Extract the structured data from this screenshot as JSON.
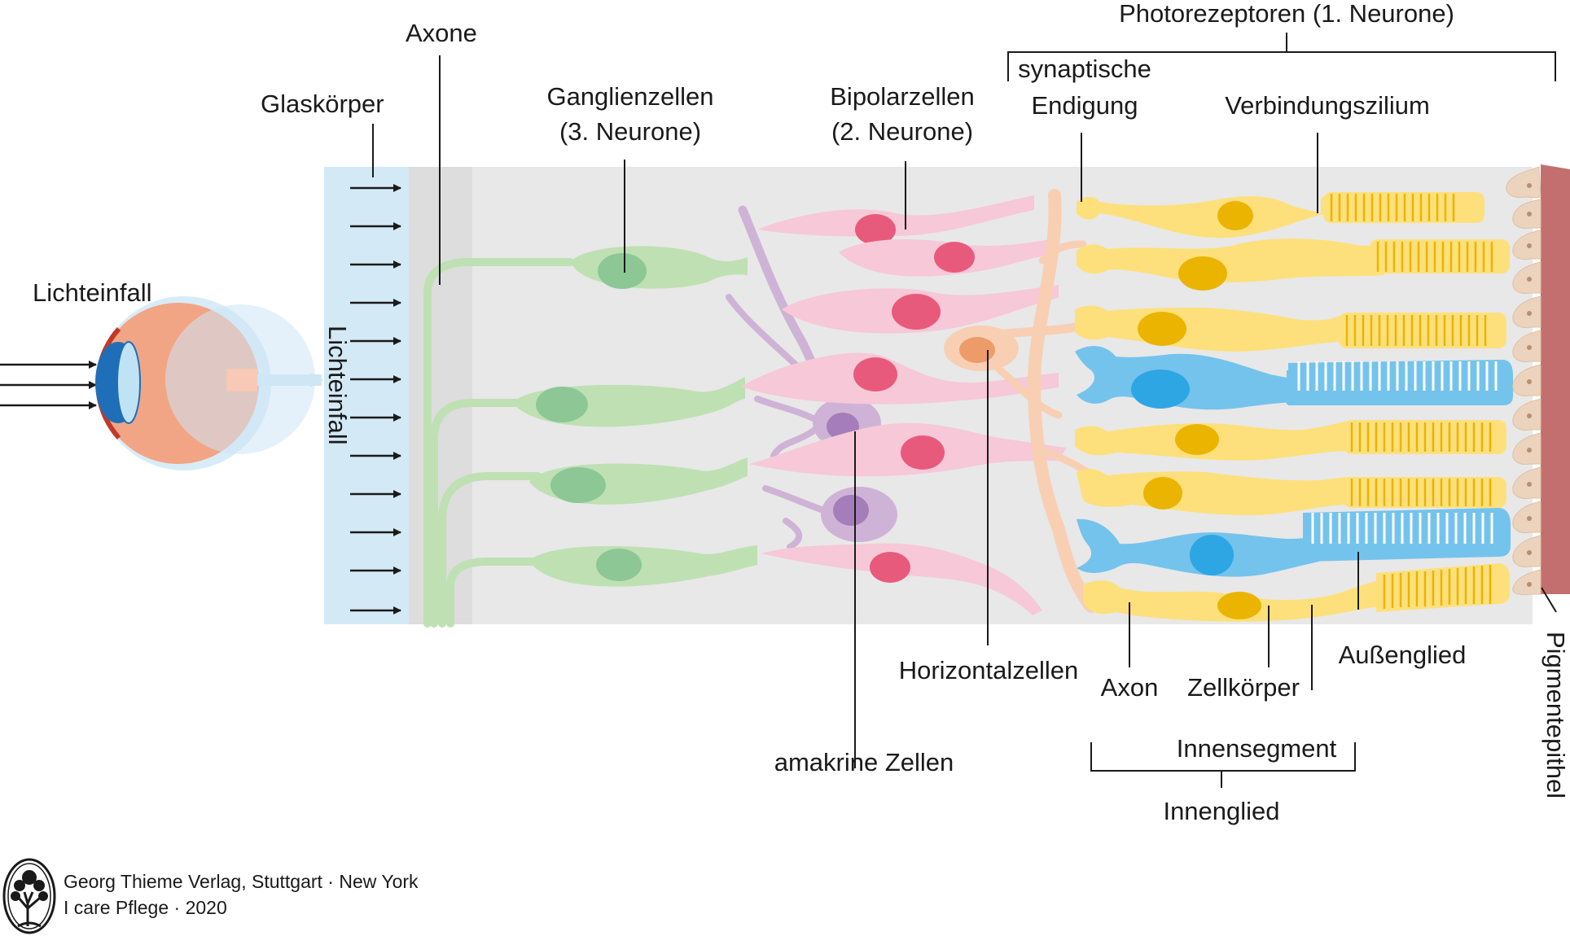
{
  "labels": {
    "lichteinfall": "Lichteinfall",
    "lichteinfall_vertical": "Lichteinfall",
    "glaskoerper": "Glaskörper",
    "axone": "Axone",
    "ganglienzellen_line1": "Ganglienzellen",
    "ganglienzellen_line2": "(3. Neurone)",
    "bipolarzellen_line1": "Bipolarzellen",
    "bipolarzellen_line2": "(2. Neurone)",
    "photorezeptoren": "Photorezeptoren (1. Neurone)",
    "synaptische_line1": "synaptische",
    "synaptische_line2": "Endigung",
    "verbindungszilium": "Verbindungszilium",
    "horizontalzellen": "Horizontalzellen",
    "amakrine_zellen": "amakrine Zellen",
    "axon": "Axon",
    "zellkoerper": "Zellkörper",
    "aussenglied": "Außenglied",
    "innensegment": "Innensegment",
    "innenglied": "Innenglied",
    "pigmentepithel": "Pigmentepithel"
  },
  "credit": {
    "line1": "Georg Thieme Verlag, Stuttgart · New York",
    "line2": "I care Pflege · 2020"
  },
  "icons": [
    "eye-icon",
    "tree-logo-icon"
  ],
  "colors": {
    "vitreous": "#d4e9f6",
    "retina_bg": "#e8e8e8",
    "ganglion": "#bfe0b3",
    "ganglion_nucleus": "#8cc795",
    "bipolar": "#f6c8d8",
    "bipolar_nucleus": "#e85a7b",
    "amacrine": "#cfb3d6",
    "amacrine_nucleus": "#a57dba",
    "horizontal": "#f8cfb3",
    "horizontal_nucleus": "#ec9b69",
    "rod": "#fde07b",
    "rod_nucleus": "#eab400",
    "cone": "#74c3ec",
    "cone_nucleus": "#2ea6e3",
    "pigment_epithelium": "#ecd3bd",
    "choroid": "#c36f6f"
  }
}
